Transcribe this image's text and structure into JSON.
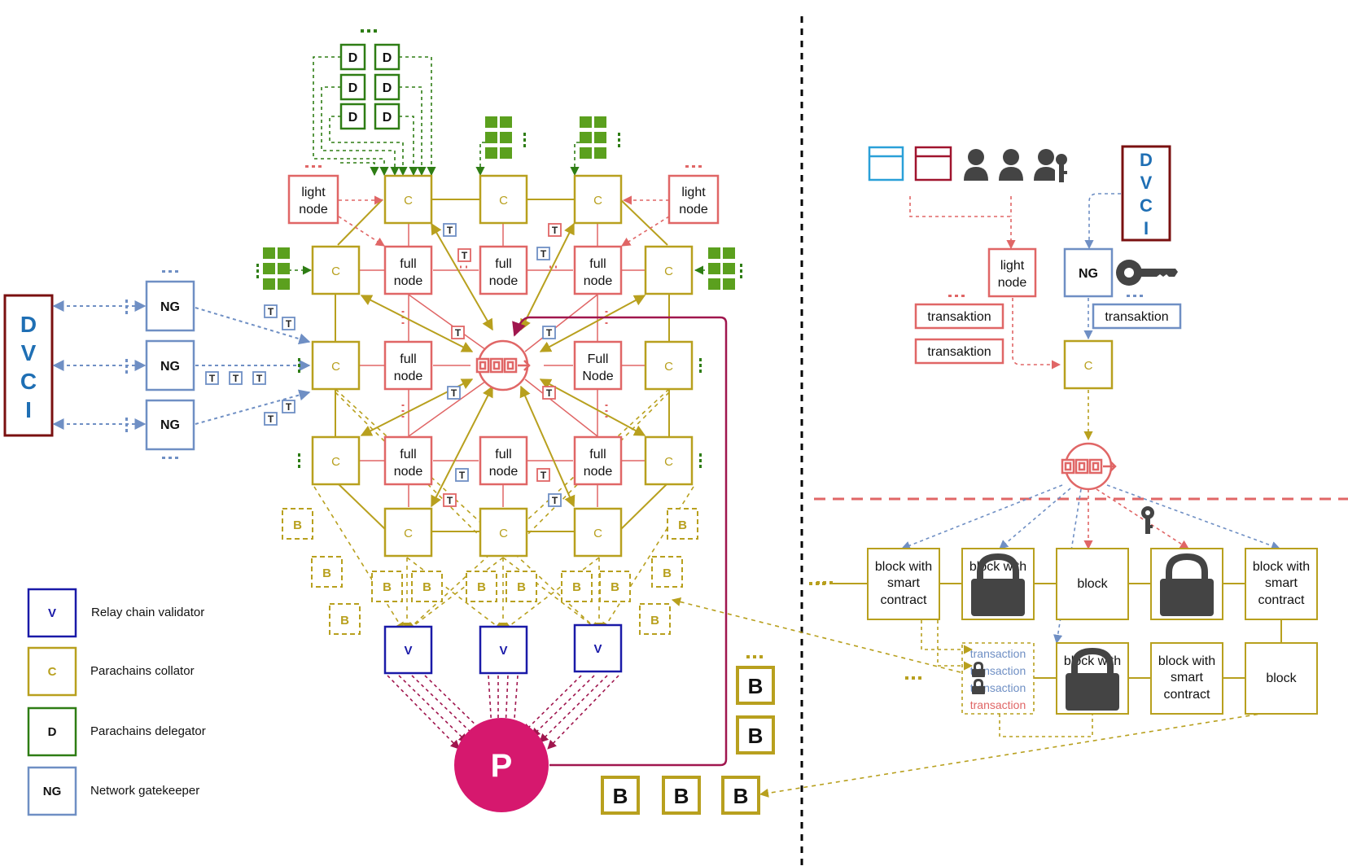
{
  "labels": {
    "dvci_letters": [
      "D",
      "V",
      "C",
      "I"
    ],
    "collator": "C",
    "delegator": "D",
    "gatekeeper": "NG",
    "validator": "V",
    "polkadot": "P",
    "block_b": "B",
    "transaction_t": "T",
    "light_node": [
      "light",
      "node"
    ],
    "full_node": [
      "full",
      "node"
    ],
    "full_node_caps": [
      "Full",
      "Node"
    ],
    "ellipsis": "..."
  },
  "legend": [
    {
      "code": "V",
      "label": "Relay chain validator",
      "color": "#1a1aa8"
    },
    {
      "code": "C",
      "label": "Parachains collator",
      "color": "#b8a01e"
    },
    {
      "code": "D",
      "label": "Parachains delegator",
      "color": "#2e7d14"
    },
    {
      "code": "NG",
      "label": "Network gatekeeper",
      "color": "#6f8fc4"
    }
  ],
  "right_panel": {
    "light_node": [
      "light",
      "node"
    ],
    "gatekeeper": "NG",
    "collator": "C",
    "transaction_left": "transaktion",
    "transaction_right": "transaktion",
    "blocks_row1": [
      [
        "block with",
        "smart",
        "contract"
      ],
      [
        "block with"
      ],
      [
        "block"
      ],
      [],
      [
        "block with",
        "smart",
        "contract"
      ]
    ],
    "blocks_row2": [
      [
        "block with"
      ],
      [
        "block with",
        "smart",
        "contract"
      ],
      [
        "block"
      ]
    ],
    "tx_list": [
      {
        "text": "transaction",
        "color": "#6f8fc4"
      },
      {
        "text": "transaction",
        "color": "#6f8fc4"
      },
      {
        "text": "transaction",
        "color": "#6f8fc4"
      },
      {
        "text": "transaction",
        "color": "#e06666"
      }
    ]
  },
  "colors": {
    "collator": "#b8a01e",
    "delegator": "#2e7d14",
    "delegator_fill": "#5ba01e",
    "gatekeeper": "#6f8fc4",
    "fullnode": "#e06666",
    "validator": "#1a1aa8",
    "dvci": "#7a1010",
    "dvci_text": "#1f6fb4",
    "polkadot": "#d6186e",
    "link": "#a0164e",
    "lock": "#444444"
  }
}
